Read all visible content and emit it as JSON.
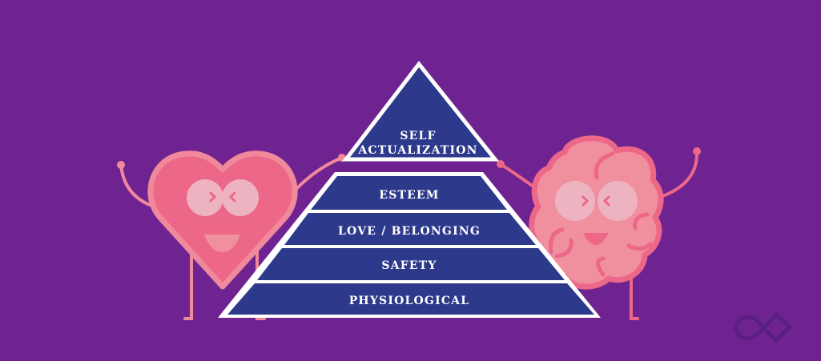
{
  "pyramid": {
    "levels": [
      {
        "line1": "SELF",
        "line2": "ACTUALIZATION"
      },
      {
        "label": "ESTEEM"
      },
      {
        "label": "LOVE / BELONGING"
      },
      {
        "label": "SAFETY"
      },
      {
        "label": "PHYSIOLOGICAL"
      }
    ]
  },
  "colors": {
    "background": "#6f2391",
    "pyramid_fill": "#2d3a8c",
    "heart_fill": "#ec6788",
    "heart_outline": "#f0899b",
    "brain_fill": "#f0909f",
    "brain_outline": "#ec6788",
    "eyes": "#eeb3c0",
    "logo": "#5a1f80"
  },
  "icons": {
    "heart_character": "heart-character-icon",
    "brain_character": "brain-character-icon",
    "logo": "infinity-diamond-logo-icon"
  }
}
